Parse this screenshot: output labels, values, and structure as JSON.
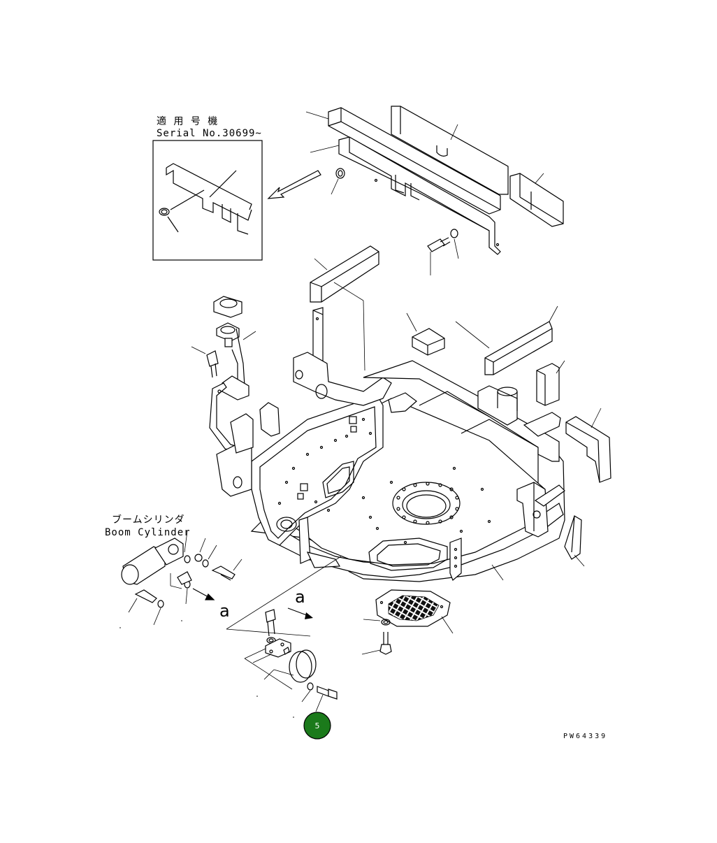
{
  "inset": {
    "applicability_jp": "適 用 号 機",
    "serial_label": "Serial No.30699~"
  },
  "boom_cylinder": {
    "label_jp": "ブームシリンダ",
    "label_en": "Boom Cylinder"
  },
  "view_markers": {
    "left": "a",
    "right": "a"
  },
  "callout": {
    "number": "5",
    "fill_color": "#1b7a1b",
    "stroke_color": "#000000"
  },
  "drawing_code": "PW64339"
}
